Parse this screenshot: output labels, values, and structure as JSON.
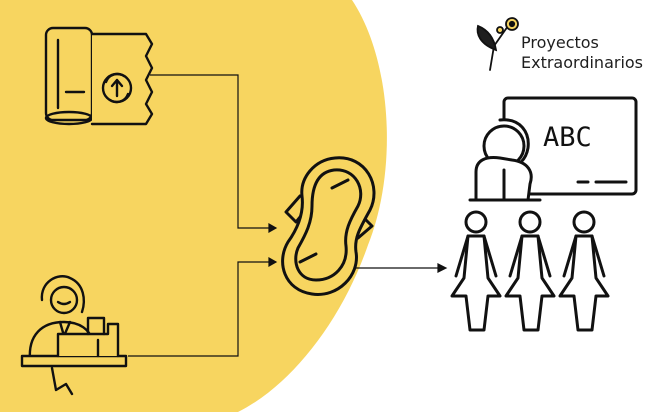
{
  "logo": {
    "line1": "Proyectos",
    "line2": "Extraordinarios"
  },
  "board": {
    "text": "ABC"
  },
  "icons": [
    "fabric-roll-recycle-icon",
    "seamstress-sewing-machine-icon",
    "reusable-pad-icon",
    "teacher-board-icon",
    "women-group-icon",
    "flower-logo-icon"
  ],
  "colors": {
    "background_yellow": "#F7D560",
    "stroke": "#111111",
    "pad_fill": "#F7D560"
  }
}
